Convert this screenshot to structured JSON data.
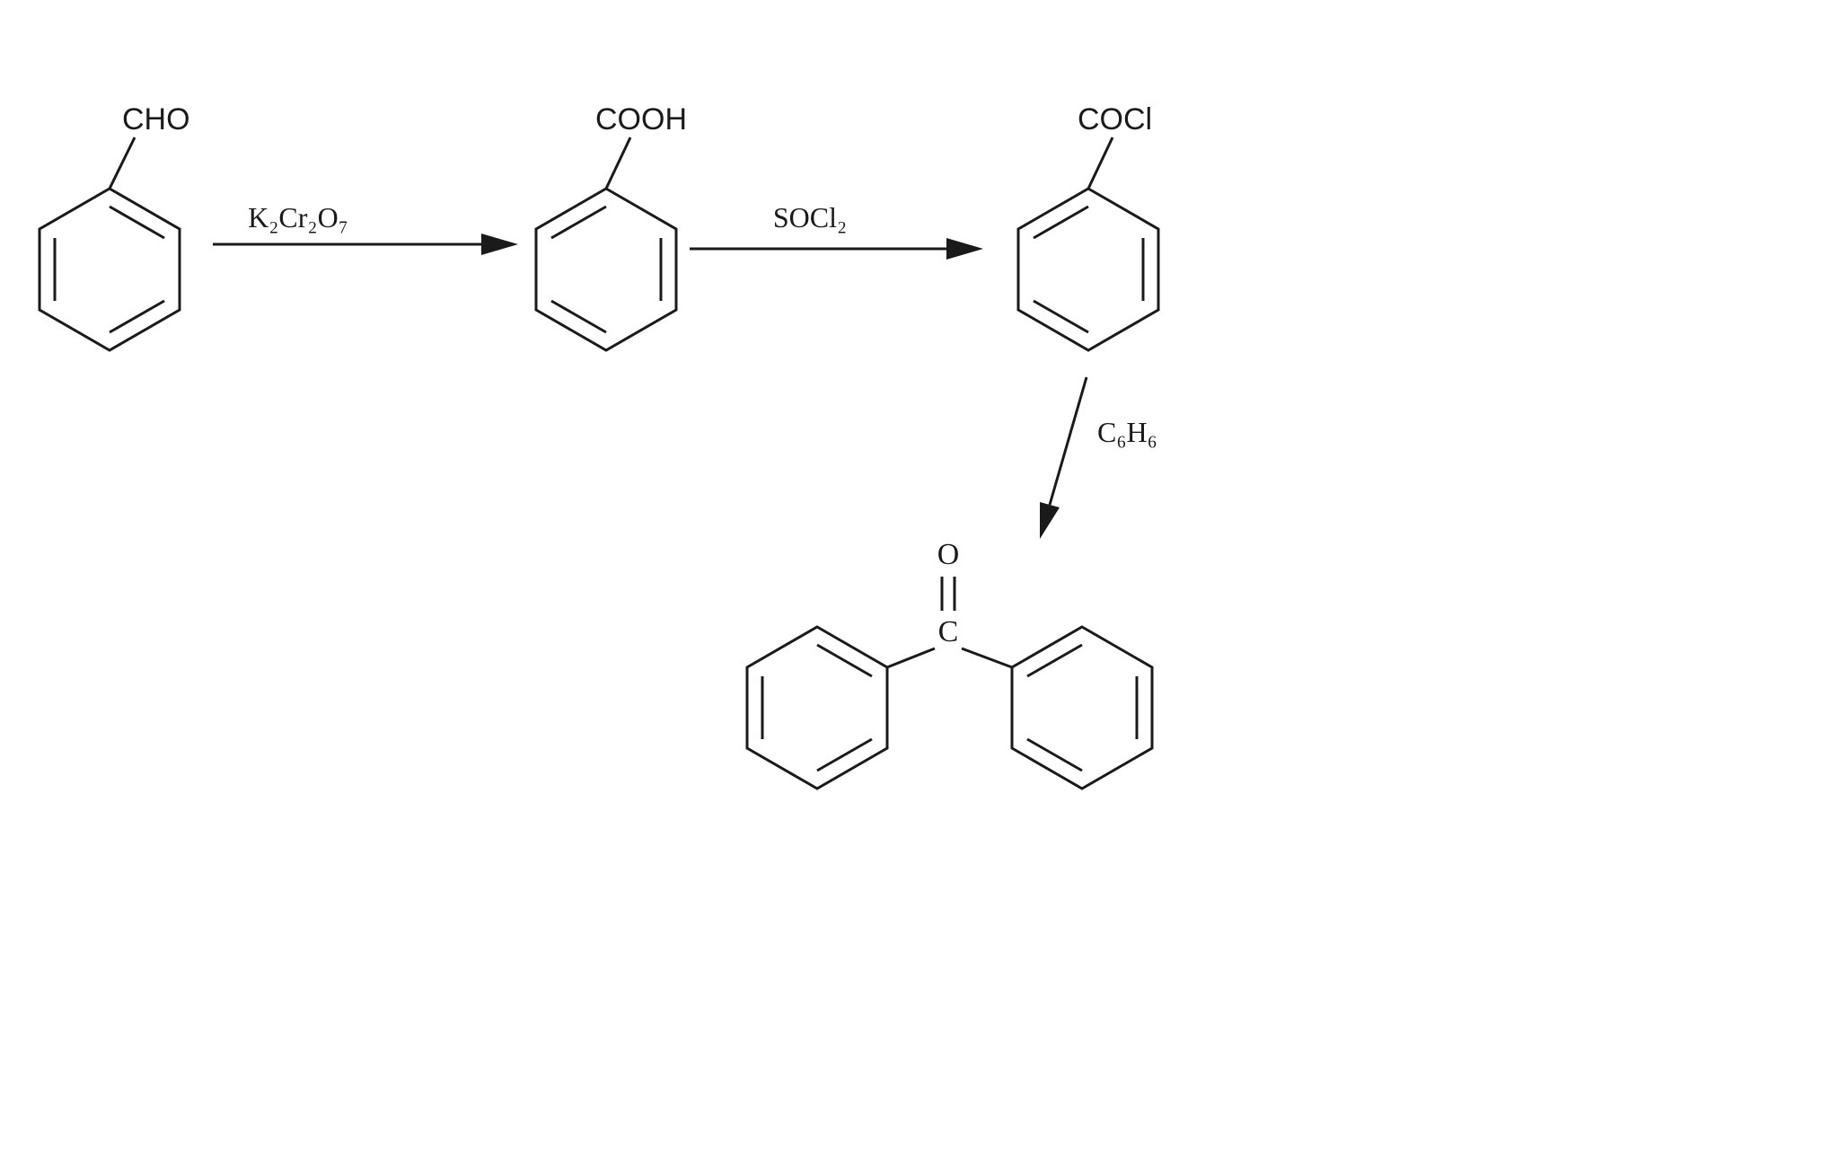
{
  "scheme": {
    "structures": {
      "benzaldehyde": {
        "substituent": "CHO"
      },
      "benzoic_acid": {
        "substituent": "COOH"
      },
      "benzoyl_chloride": {
        "substituent": "COCl"
      },
      "benzophenone": {
        "oxygen": "O",
        "carbon": "C"
      }
    },
    "reagents": {
      "step1": "K₂Cr₂O₇",
      "step2": "SOCl₂",
      "step3": "C₆H₆"
    },
    "colors": {
      "line": "#1a1a1a",
      "background": "#ffffff"
    }
  }
}
